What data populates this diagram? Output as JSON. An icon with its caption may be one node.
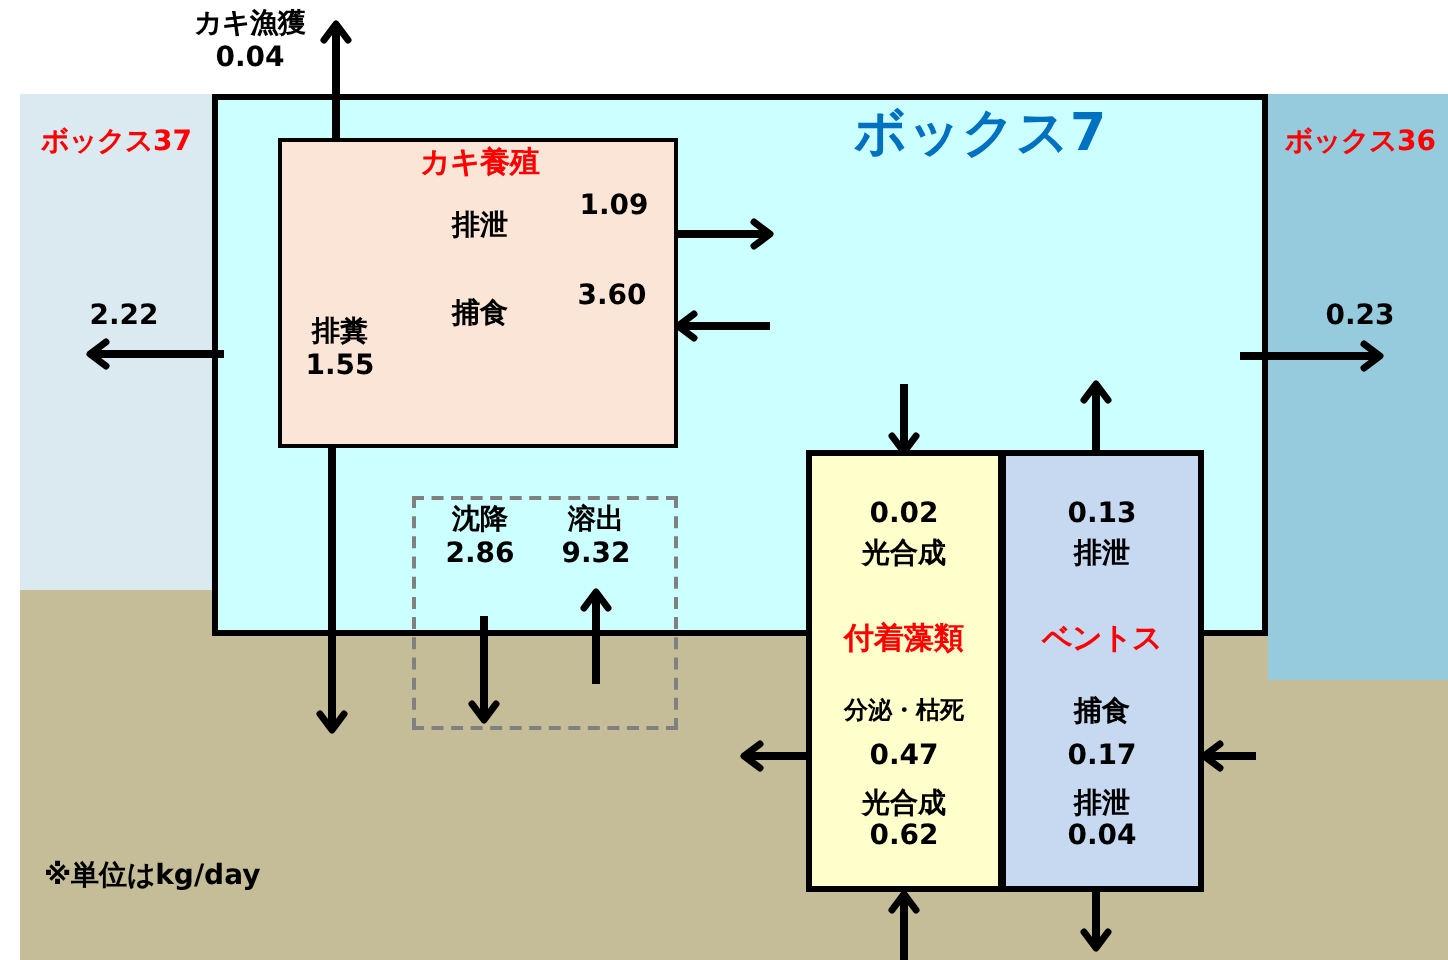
{
  "diagram": {
    "nodes": [
      {
        "text": [
          "ボックス37"
        ]
      },
      {
        "text": [
          "ボックス7"
        ]
      },
      {
        "text": [
          "ボックス36"
        ]
      },
      {
        "text": [
          "カキ養殖",
          "排泄",
          "捕食"
        ],
        "in": 1
      },
      {
        "text": [
          "光合成",
          "付着藻類",
          "分泌・枯死",
          "光合成"
        ]
      },
      {
        "text": [
          "排泄",
          "ベントス",
          "捕食",
          "排泄"
        ]
      }
    ],
    "edges": [
      {
        "from": 3,
        "to": null,
        "arrow": "to",
        "label": "カキ漁獲 0.04"
      },
      {
        "from": 3,
        "to": null,
        "arrow": "to",
        "label": "1.09"
      },
      {
        "from": null,
        "to": 3,
        "arrow": "to",
        "label": "3.60"
      },
      {
        "from": 3,
        "to": null,
        "arrow": "to",
        "label": "排糞 1.55"
      },
      {
        "from": 1,
        "to": 0,
        "arrow": "to",
        "label": "2.22"
      },
      {
        "from": 1,
        "to": 2,
        "arrow": "to",
        "label": "0.23"
      },
      {
        "from": 1,
        "to": null,
        "arrow": "to",
        "label": "沈降 2.86"
      },
      {
        "from": null,
        "to": 1,
        "arrow": "to",
        "label": "溶出 9.32"
      },
      {
        "from": null,
        "to": 4,
        "arrow": "to",
        "label": "0.02"
      },
      {
        "from": 5,
        "to": null,
        "arrow": "to",
        "label": "0.13"
      },
      {
        "from": 4,
        "to": null,
        "arrow": "to",
        "label": "0.47"
      },
      {
        "from": null,
        "to": 5,
        "arrow": "to",
        "label": "0.17"
      },
      {
        "from": null,
        "to": 4,
        "arrow": "to",
        "label": "0.62"
      },
      {
        "from": 5,
        "to": null,
        "arrow": "to",
        "label": "0.04"
      }
    ],
    "labels": [
      "※単位はkg/day"
    ]
  }
}
